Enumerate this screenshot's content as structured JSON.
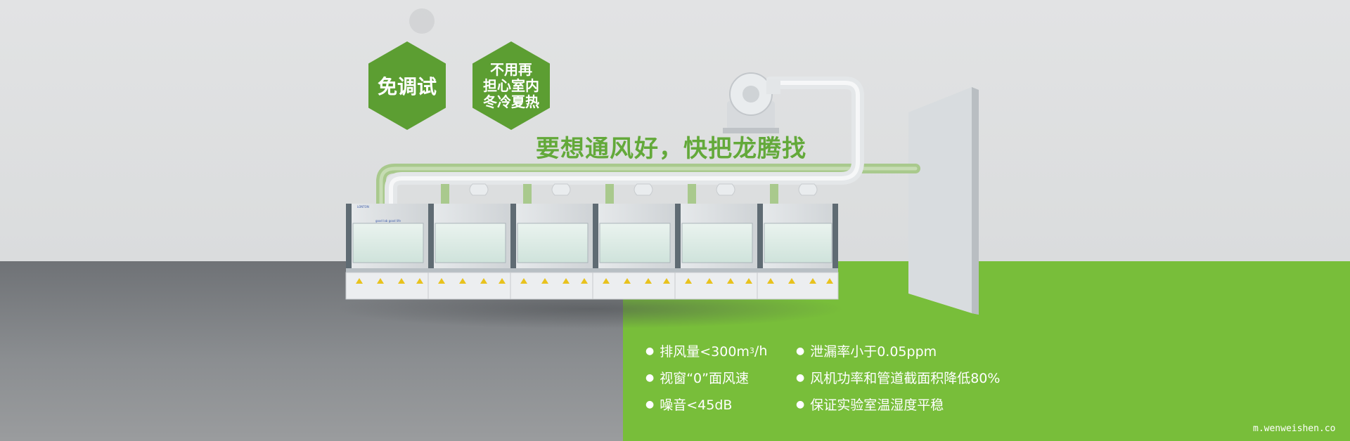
{
  "badges": {
    "badge_1": "免调试",
    "badge_2": "不用再\n担心室内\n冬冷夏热"
  },
  "headline": "要想通风好，快把龙腾找",
  "cabinet": {
    "brand_label": "LONTON",
    "panel_text": "good lab good life"
  },
  "features": {
    "f1_prefix": "排风量<300m",
    "f1_sup": "3",
    "f1_suffix": "/h",
    "f2": "视窗“0”面风速",
    "f3": "噪音<45dB",
    "f4": "泄漏率小于0.05ppm",
    "f5": "风机功率和管道截面积降低80%",
    "f6": "保证实验室温湿度平稳"
  },
  "watermark": "m.wenweishen.co",
  "colors": {
    "brand_green": "#5c9e32",
    "floor_green": "#78be3a",
    "floor_gray": "#8b8e91",
    "wall": "#dcdedf"
  }
}
